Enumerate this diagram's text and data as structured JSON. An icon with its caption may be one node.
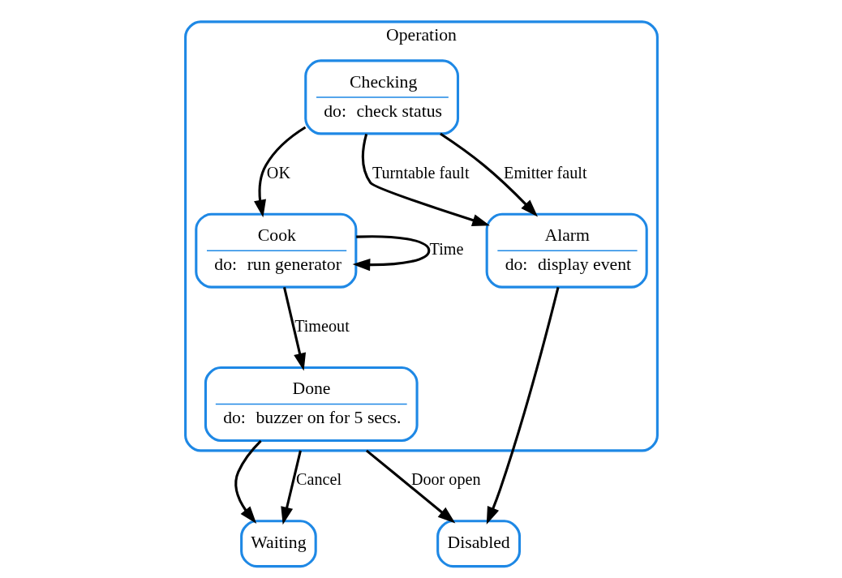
{
  "diagram": {
    "nodes": [
      {
        "text": [
          "Operation"
        ]
      },
      {
        "text": [
          "Checking",
          "do:",
          "check status"
        ],
        "in": 0
      },
      {
        "text": [
          "Cook",
          "do:",
          "run generator"
        ],
        "in": 0
      },
      {
        "text": [
          "Alarm",
          "do:",
          "display event"
        ],
        "in": 0
      },
      {
        "text": [
          "Done",
          "do:",
          "buzzer on for 5 secs."
        ],
        "in": 0
      },
      {
        "text": [
          "Disabled"
        ]
      },
      {
        "text": [
          "Waiting"
        ]
      }
    ],
    "edges": [
      {
        "from": 2,
        "to": 2,
        "arrow": "to",
        "label": "Time"
      },
      {
        "from": 1,
        "to": 2,
        "arrow": "to",
        "label": "OK"
      },
      {
        "from": 1,
        "to": 3,
        "arrow": "to",
        "label": "Turntable fault"
      },
      {
        "from": 1,
        "to": 3,
        "arrow": "to",
        "label": "Emitter fault"
      },
      {
        "from": 2,
        "to": 4,
        "arrow": "to",
        "label": "Timeout"
      },
      {
        "from": 3,
        "to": 5,
        "arrow": "to"
      },
      {
        "from": 0,
        "to": 5,
        "arrow": "to",
        "label": "Door open"
      },
      {
        "from": 4,
        "to": 6,
        "arrow": "to"
      },
      {
        "from": 0,
        "to": 6,
        "arrow": "to",
        "label": "Cancel"
      }
    ]
  }
}
